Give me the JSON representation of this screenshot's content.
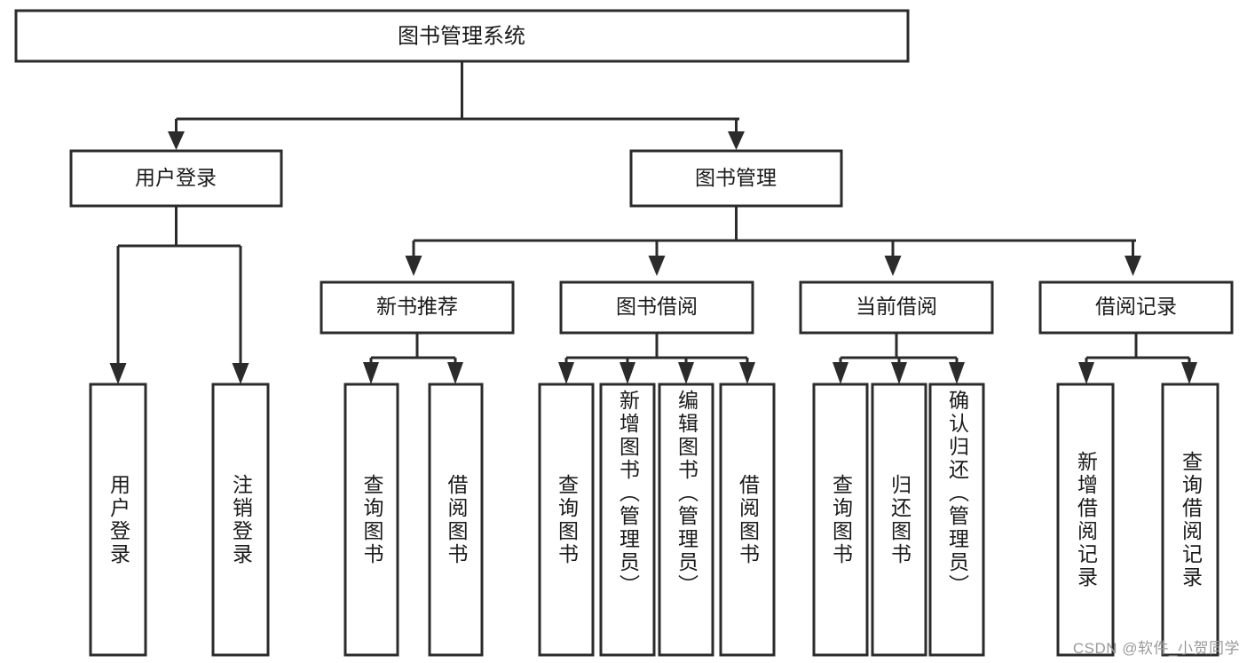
{
  "diagram": {
    "title": "图书管理系统",
    "type": "hierarchy-tree",
    "orientation": "top-down",
    "colors": {
      "box_stroke": "#2b2b2b",
      "box_fill": "#ffffff",
      "edge": "#2b2b2b",
      "text": "#1a1a1a",
      "watermark": "#9a9a9a",
      "background": "#ffffff"
    },
    "levels": {
      "root": {
        "label": "图书管理系统"
      },
      "level2": [
        {
          "label": "用户登录"
        },
        {
          "label": "图书管理"
        }
      ],
      "level3": [
        {
          "label": "新书推荐"
        },
        {
          "label": "图书借阅"
        },
        {
          "label": "当前借阅"
        },
        {
          "label": "借阅记录"
        }
      ],
      "leaves_user_login": [
        {
          "label": "用户登录"
        },
        {
          "label": "注销登录"
        }
      ],
      "leaves_new_book": [
        {
          "label": "查询图书"
        },
        {
          "label": "借阅图书"
        }
      ],
      "leaves_borrow": [
        {
          "label": "查询图书"
        },
        {
          "label": "新增图书（管理员）"
        },
        {
          "label": "编辑图书（管理员）"
        },
        {
          "label": "借阅图书"
        }
      ],
      "leaves_current": [
        {
          "label": "查询图书"
        },
        {
          "label": "归还图书"
        },
        {
          "label": "确认归还（管理员）"
        }
      ],
      "leaves_records": [
        {
          "label": "新增借阅记录"
        },
        {
          "label": "查询借阅记录"
        }
      ]
    },
    "watermark": "CSDN @软件_小贺同学"
  }
}
